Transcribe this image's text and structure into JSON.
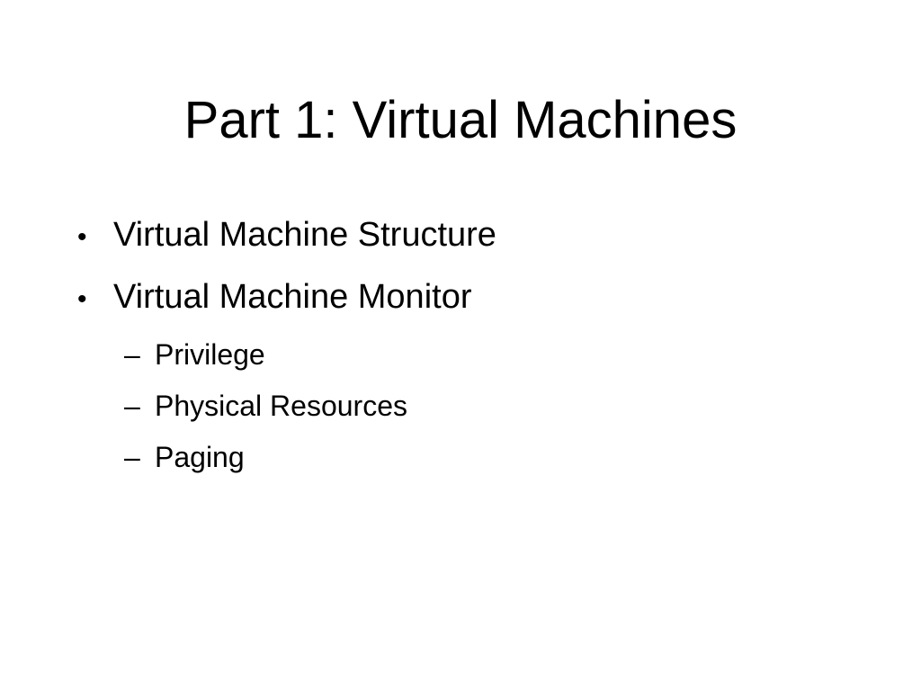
{
  "slide": {
    "title": "Part 1: Virtual Machines",
    "bullets": [
      {
        "marker": "•",
        "text": "Virtual Machine Structure"
      },
      {
        "marker": "•",
        "text": "Virtual Machine Monitor",
        "sub_items": [
          {
            "marker": "–",
            "text": "Privilege"
          },
          {
            "marker": "–",
            "text": "Physical Resources"
          },
          {
            "marker": "–",
            "text": "Paging"
          }
        ]
      }
    ]
  }
}
